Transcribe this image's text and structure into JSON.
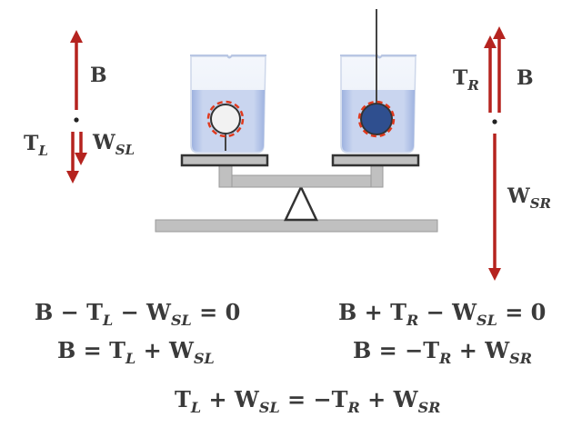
{
  "colors": {
    "arrow": "#b5231f",
    "water": "#c5d3ee",
    "water_edge": "#8fa6d8",
    "object_left": "#f2f2f2",
    "object_right": "#2f4f8f",
    "dash_outline": "#e03a1e",
    "scale_gray": "#c0c0c0",
    "outline_dark": "#333333"
  },
  "left_fbd": {
    "labels": {
      "buoyancy": {
        "main": "B",
        "sub": ""
      },
      "tension": {
        "main": "T",
        "sub": "L"
      },
      "weight": {
        "main": "W",
        "sub": "SL"
      }
    }
  },
  "right_fbd": {
    "labels": {
      "tension": {
        "main": "T",
        "sub": "R"
      },
      "buoyancy": {
        "main": "B",
        "sub": ""
      },
      "weight": {
        "main": "W",
        "sub": "SR"
      }
    }
  },
  "equations": {
    "left_1": [
      {
        "t": "B − T"
      },
      {
        "s": "L"
      },
      {
        "t": " − W"
      },
      {
        "s": "SL"
      },
      {
        "t": " = 0"
      }
    ],
    "left_2": [
      {
        "t": "B = T"
      },
      {
        "s": "L"
      },
      {
        "t": " + W"
      },
      {
        "s": "SL"
      }
    ],
    "right_1": [
      {
        "t": "B + T"
      },
      {
        "s": "R"
      },
      {
        "t": " − W"
      },
      {
        "s": "SL"
      },
      {
        "t": " = 0"
      }
    ],
    "right_2": [
      {
        "t": "B = −T"
      },
      {
        "s": "R"
      },
      {
        "t": " + W"
      },
      {
        "s": "SR"
      }
    ],
    "combined": [
      {
        "t": "T"
      },
      {
        "s": "L"
      },
      {
        "t": " + W"
      },
      {
        "s": "SL"
      },
      {
        "t": " = −T"
      },
      {
        "s": "R"
      },
      {
        "t": " + W"
      },
      {
        "s": "SR"
      }
    ]
  }
}
